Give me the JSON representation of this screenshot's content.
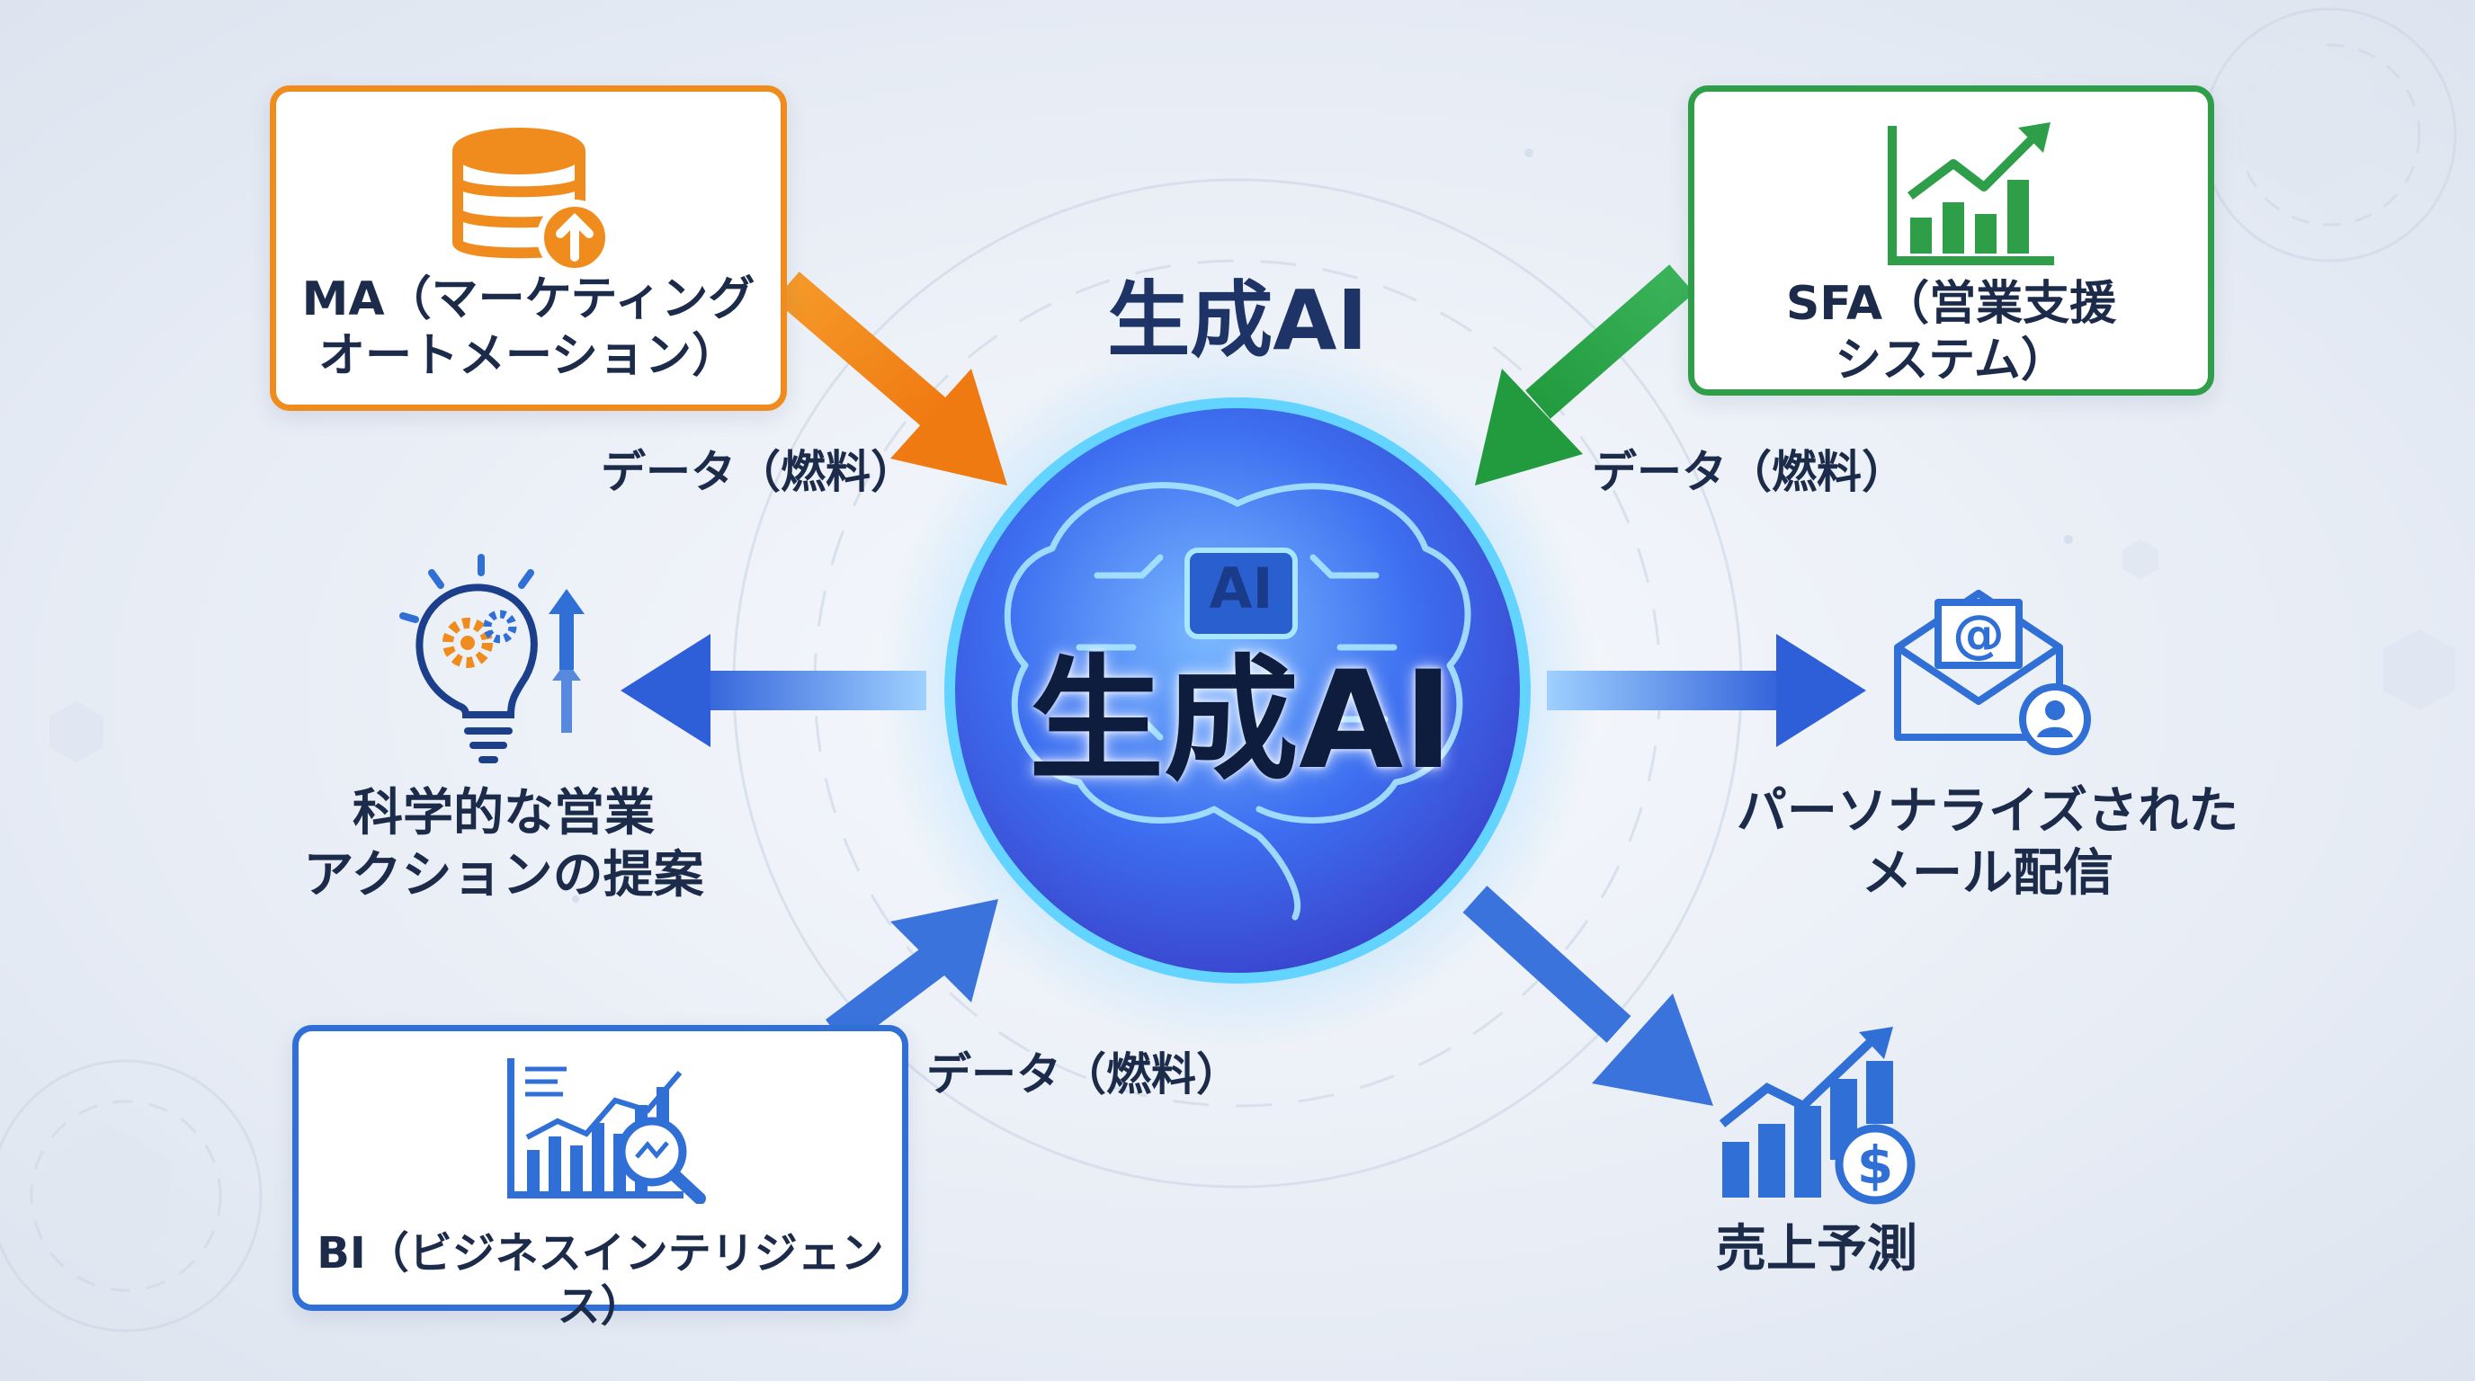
{
  "title": "生成AI",
  "core": {
    "label": "生成AI",
    "chip": "AI"
  },
  "inputs": {
    "ma": {
      "label": "MA（マーケティング\nオートメーション）",
      "icon": "database-upload-icon",
      "color": "#f08c1e"
    },
    "sfa": {
      "label": "SFA（営業支援\nシステム）",
      "icon": "growth-chart-icon",
      "color": "#2e9e48"
    },
    "bi": {
      "label": "BI（ビジネスインテリジェンス）",
      "icon": "analytics-magnifier-icon",
      "color": "#2f6fd6"
    }
  },
  "edge_labels": [
    "データ（燃料）",
    "データ（燃料）",
    "データ（燃料）"
  ],
  "outputs": {
    "proposal": {
      "label": "科学的な営業\nアクションの提案",
      "icon": "lightbulb-gears-icon"
    },
    "email": {
      "label": "パーソナライズされた\nメール配信",
      "icon": "email-person-icon"
    },
    "forecast": {
      "label": "売上予測",
      "icon": "sales-forecast-icon"
    }
  }
}
